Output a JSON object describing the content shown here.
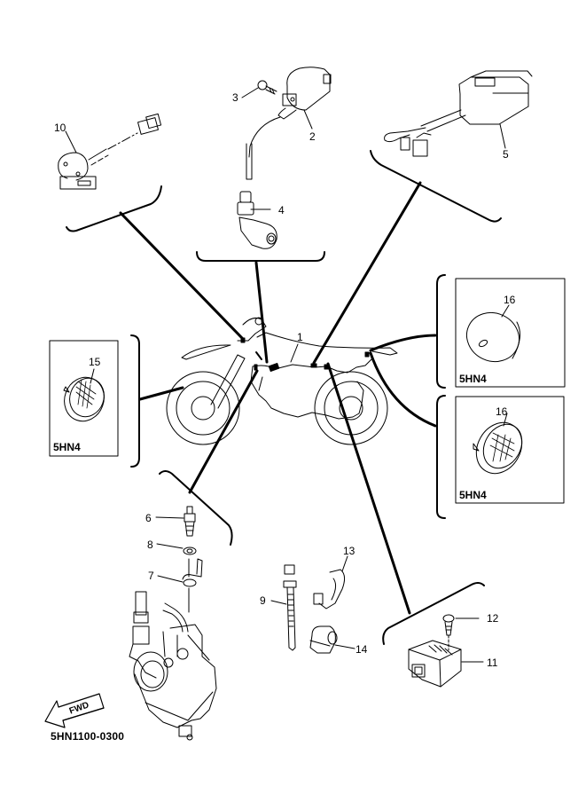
{
  "diagram": {
    "type": "exploded-parts-diagram",
    "subject": "Electrical system (motorcycle)",
    "reference_code": "5HN1100-0300",
    "fwd_arrow_label": "FWD",
    "callouts": [
      {
        "number": "1",
        "part": "wire harness (on motorcycle body)"
      },
      {
        "number": "2",
        "part": "ignition coil"
      },
      {
        "number": "3",
        "part": "bolt"
      },
      {
        "number": "4",
        "part": "spark plug cap"
      },
      {
        "number": "5",
        "part": "CDI unit / connector"
      },
      {
        "number": "6",
        "part": "fitting / nipple"
      },
      {
        "number": "7",
        "part": "bracket / stay"
      },
      {
        "number": "8",
        "part": "washer"
      },
      {
        "number": "9",
        "part": "cable tie / band"
      },
      {
        "number": "10",
        "part": "sensor / switch with connector"
      },
      {
        "number": "11",
        "part": "relay / rectifier unit"
      },
      {
        "number": "12",
        "part": "bolt"
      },
      {
        "number": "13",
        "part": "clamp"
      },
      {
        "number": "14",
        "part": "holder / clip"
      },
      {
        "number": "15",
        "part": "reflector (front)"
      },
      {
        "number": "16",
        "part": "reflector (rear/side)"
      }
    ],
    "variant_boxes": [
      {
        "id": "box-15",
        "part_number": "15",
        "model_code": "5HN4"
      },
      {
        "id": "box-16-upper",
        "part_number": "16",
        "model_code": "5HN4"
      },
      {
        "id": "box-16-lower",
        "part_number": "16",
        "model_code": "5HN4"
      }
    ]
  }
}
